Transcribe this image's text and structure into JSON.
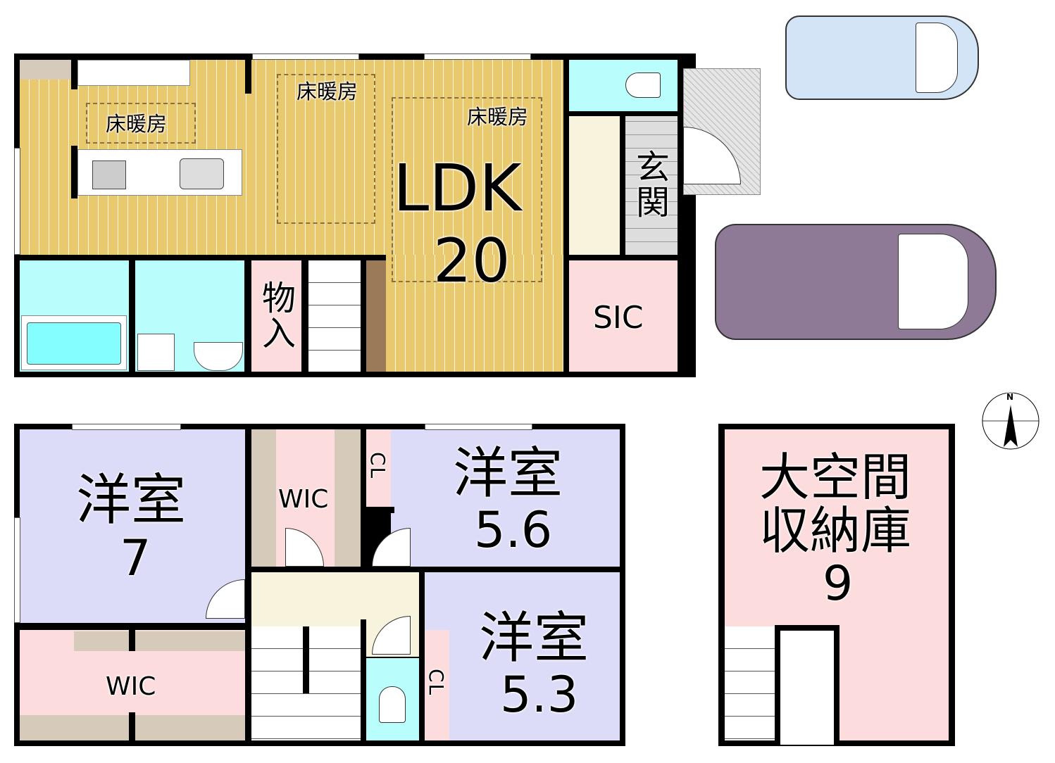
{
  "floor1": {
    "ldk_label": "LDK",
    "ldk_size": "20",
    "floor_heating_1": "床暖房",
    "floor_heating_2": "床暖房",
    "floor_heating_3": "床暖房",
    "storage_label": "物入",
    "entrance_label": "玄関",
    "sic_label": "SIC"
  },
  "floor2": {
    "room7_label": "洋室",
    "room7_size": "7",
    "wic_top_label": "WIC",
    "cl_top_label": "CL",
    "room56_label": "洋室",
    "room56_size": "5.6",
    "wic_bottom_label": "WIC",
    "cl_bottom_label": "CL",
    "room53_label": "洋室",
    "room53_size": "5.3"
  },
  "storage_room": {
    "label_line1": "大空間",
    "label_line2": "収納庫",
    "size": "9"
  },
  "compass": {
    "north_label": "N"
  },
  "colors": {
    "wood": "#e9c96e",
    "cyan": "#b9fdfd",
    "pink": "#fcdcdc",
    "lavender": "#dcdcf8",
    "car_blue": "#d3e4f6",
    "car_purple": "#8e7a96"
  }
}
